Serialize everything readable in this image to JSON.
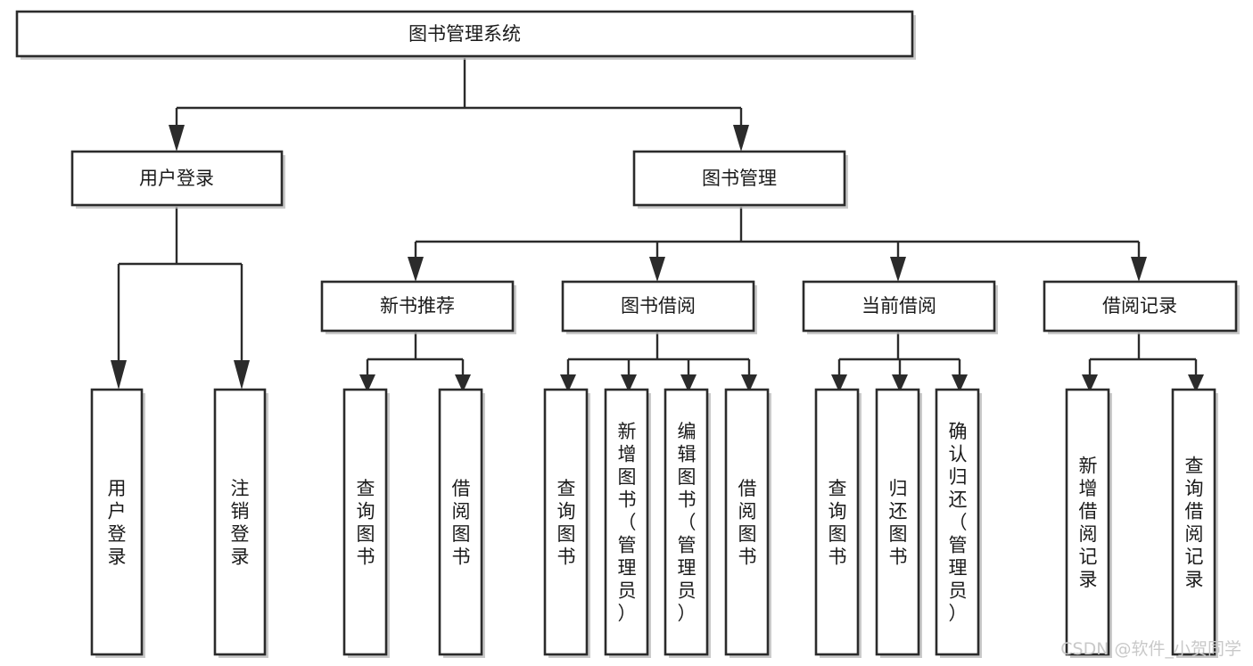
{
  "diagram": {
    "title": "图书管理系统",
    "type": "tree-hierarchy",
    "orientation": "top-down",
    "root": {
      "id": "root",
      "label": "图书管理系统"
    },
    "level2": [
      {
        "id": "user-login",
        "label": "用户登录"
      },
      {
        "id": "book-manage",
        "label": "图书管理"
      }
    ],
    "level3": [
      {
        "id": "new-book-recommend",
        "label": "新书推荐",
        "parent": "book-manage"
      },
      {
        "id": "book-borrow",
        "label": "图书借阅",
        "parent": "book-manage"
      },
      {
        "id": "current-borrow",
        "label": "当前借阅",
        "parent": "book-manage"
      },
      {
        "id": "borrow-record",
        "label": "借阅记录",
        "parent": "book-manage"
      }
    ],
    "leaves": [
      {
        "id": "leaf-user-login",
        "label": "用户登录",
        "parent": "user-login"
      },
      {
        "id": "leaf-logout-login",
        "label": "注销登录",
        "parent": "user-login"
      },
      {
        "id": "leaf-query-book-1",
        "label": "查询图书",
        "parent": "new-book-recommend"
      },
      {
        "id": "leaf-borrow-book-1",
        "label": "借阅图书",
        "parent": "new-book-recommend"
      },
      {
        "id": "leaf-query-book-2",
        "label": "查询图书",
        "parent": "book-borrow"
      },
      {
        "id": "leaf-add-book",
        "label": "新增图书（管理员）",
        "parent": "book-borrow"
      },
      {
        "id": "leaf-edit-book",
        "label": "编辑图书（管理员）",
        "parent": "book-borrow"
      },
      {
        "id": "leaf-borrow-book-2",
        "label": "借阅图书",
        "parent": "book-borrow"
      },
      {
        "id": "leaf-query-book-3",
        "label": "查询图书",
        "parent": "current-borrow"
      },
      {
        "id": "leaf-return-book",
        "label": "归还图书",
        "parent": "current-borrow"
      },
      {
        "id": "leaf-confirm-return",
        "label": "确认归还（管理员）",
        "parent": "current-borrow"
      },
      {
        "id": "leaf-add-record",
        "label": "新增借阅记录",
        "parent": "borrow-record"
      },
      {
        "id": "leaf-query-record",
        "label": "查询借阅记录",
        "parent": "borrow-record"
      }
    ],
    "watermark": "CSDN @软件_小贺同学",
    "colors": {
      "box_stroke": "#2b2b2b",
      "box_fill": "#ffffff",
      "edge": "#2b2b2b",
      "label": "#1a1a1a",
      "watermark": "#c9c9c9",
      "background": "#ffffff"
    }
  }
}
